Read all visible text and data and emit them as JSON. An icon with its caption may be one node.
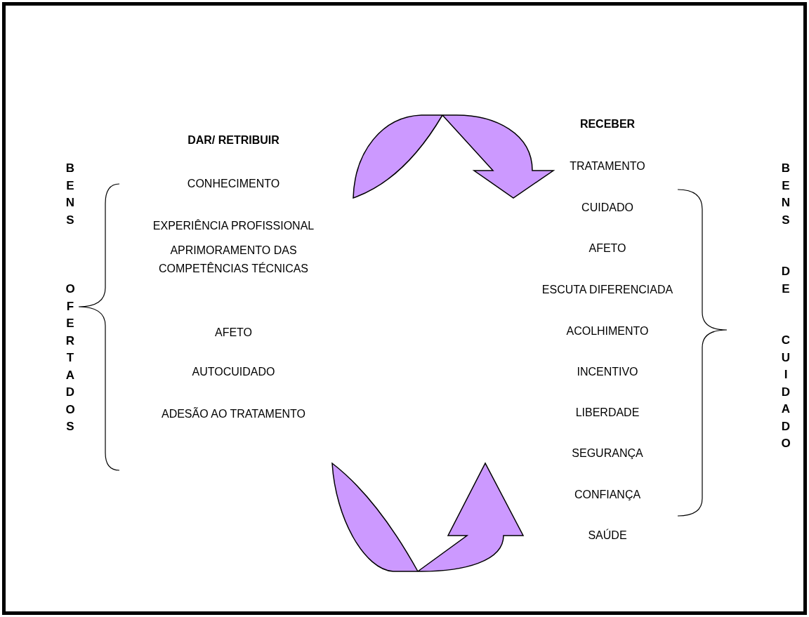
{
  "diagram": {
    "nodes": [
      {
        "text": [
          "DAR/ RETRIBUIR",
          "CONHECIMENTO",
          "EXPERIÊNCIA PROFISSIONAL",
          "APRIMORAMENTO DAS COMPETÊNCIAS TÉCNICAS",
          "AFETO",
          "AUTOCUIDADO",
          "ADESÃO AO TRATAMENTO"
        ]
      },
      {
        "text": [
          "RECEBER",
          "TRATAMENTO",
          "CUIDADO",
          "AFETO",
          "ESCUTA DIFERENCIADA",
          "ACOLHIMENTO",
          "INCENTIVO",
          "LIBERDADE",
          "SEGURANÇA",
          "CONFIANÇA",
          "SAÚDE"
        ]
      }
    ],
    "edges": [
      {
        "from": 0,
        "to": 1,
        "arrow": "to"
      },
      {
        "from": 0,
        "to": 1,
        "arrow": "to"
      }
    ],
    "labels": [
      "BENS",
      "OFERTADOS",
      "BENS",
      "DE",
      "CUIDADO"
    ]
  }
}
